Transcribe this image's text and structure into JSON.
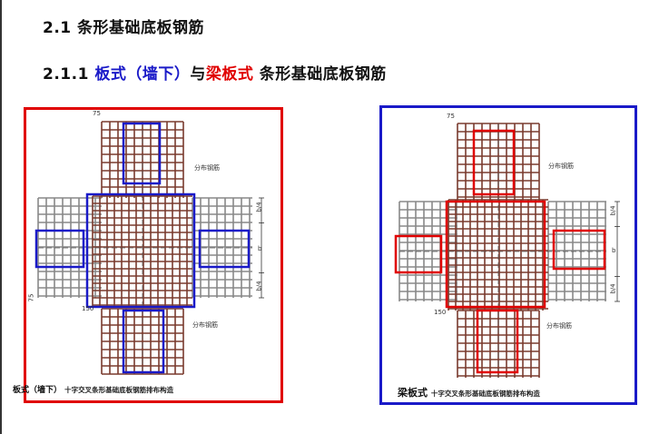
{
  "heading": {
    "section": "2.1 条形基础底板钢筋",
    "sub_number": "2.1.1",
    "sub_part1": "板式（墙下）",
    "sub_part2": "与",
    "sub_part3": "梁板式",
    "sub_part4": "条形基础底板钢筋"
  },
  "panel_left": {
    "frame_color": "#e00000",
    "box_color": "#1a1ac8",
    "caption_type": "板式（墙下）",
    "caption_title": "十字交叉条形基础底板钢筋排布构造",
    "label_top": "分布钢筋",
    "label_bottom": "分布钢筋",
    "dim_top": "75",
    "dim_b4_top": "b/4",
    "dim_b": "b",
    "dim_b4_bottom": "b/4",
    "dim_150": "150",
    "dim_left": "75"
  },
  "panel_right": {
    "frame_color": "#1a1ac8",
    "box_color": "#e00000",
    "caption_type": "梁板式",
    "caption_title": "十字交叉条形基础底板钢筋排布构造",
    "label_top": "分布钢筋",
    "label_bottom": "分布钢筋",
    "dim_top": "75",
    "dim_b4_top": "b/4",
    "dim_b": "b",
    "dim_b4_bottom": "b/4",
    "dim_150": "150"
  }
}
